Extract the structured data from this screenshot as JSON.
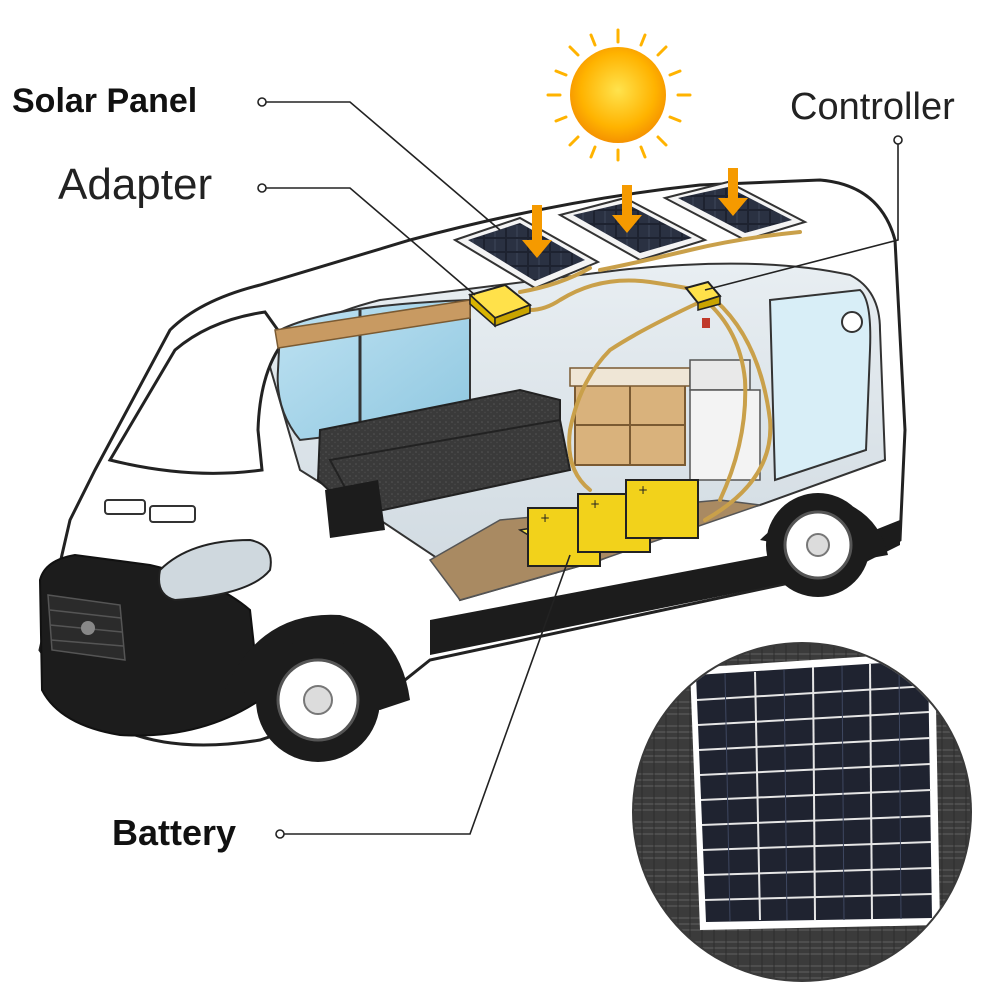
{
  "labels": {
    "solar_panel": "Solar Panel",
    "adapter": "Adapter",
    "controller": "Controller",
    "battery": "Battery"
  },
  "colors": {
    "sun": "#ffb300",
    "wire": "#c9a04a",
    "battery": "#f2d21b",
    "van_body": "#ffffff",
    "bumper": "#1c1c1c",
    "panel_cell": "#1d2230"
  }
}
